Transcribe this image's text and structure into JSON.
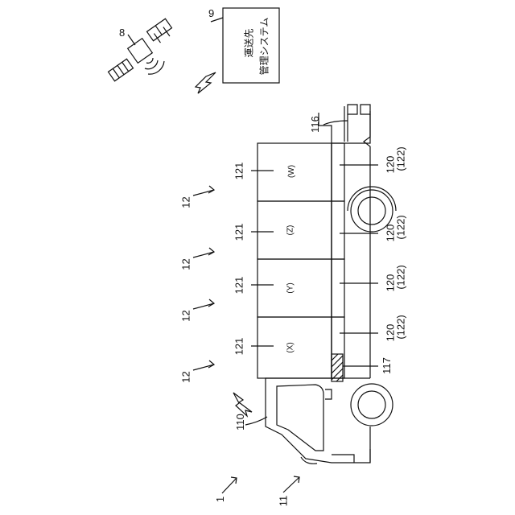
{
  "satellite": {
    "ref": "8"
  },
  "management": {
    "ref": "9",
    "title_line1": "運送先",
    "title_line2": "管理システム"
  },
  "overall": {
    "ref": "1"
  },
  "truck": {
    "ref": "11",
    "cab_ref": "110",
    "bed_ref": "116",
    "device_ref": "117"
  },
  "containers": [
    {
      "group_ref": "12",
      "box_ref": "121",
      "label": "(W)",
      "pallet_ref": "120",
      "pallet_sub": "(122)"
    },
    {
      "group_ref": "12",
      "box_ref": "121",
      "label": "(Z)",
      "pallet_ref": "120",
      "pallet_sub": "(122)"
    },
    {
      "group_ref": "12",
      "box_ref": "121",
      "label": "(Y)",
      "pallet_ref": "120",
      "pallet_sub": "(122)"
    },
    {
      "group_ref": "12",
      "box_ref": "121",
      "label": "(X)",
      "pallet_ref": "120",
      "pallet_sub": "(122)"
    }
  ]
}
